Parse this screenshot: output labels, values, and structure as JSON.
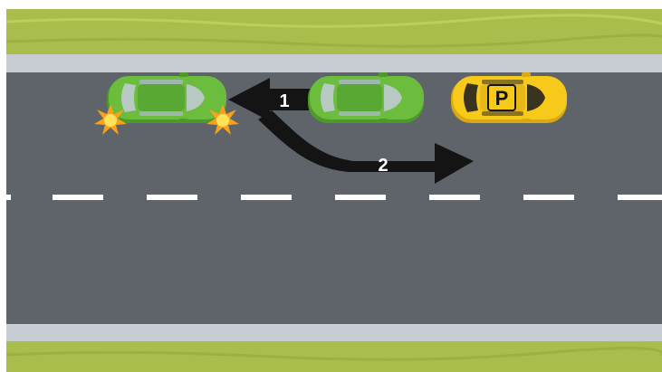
{
  "diagram": {
    "colors": {
      "grass": "#a9bd4d",
      "grass_edge": "#8fa83a",
      "kerb": "#c8ccd3",
      "road": "#5f646a",
      "lane_marking": "#ffffff",
      "arrow": "#141414",
      "arrow_text": "#ffffff",
      "car_green": "#6cbd3d",
      "car_green_dark": "#4d9a2a",
      "car_yellow": "#f6c91b",
      "car_yellow_dark": "#d9a812",
      "warning_spark": "#f7a21a"
    },
    "arrows": [
      {
        "label": "1",
        "direction": "reverse"
      },
      {
        "label": "2",
        "direction": "forward"
      }
    ],
    "taxi_sign": "P",
    "icons": [
      "impact-spark-icon",
      "reverse-arrow-icon",
      "forward-arrow-icon"
    ]
  }
}
